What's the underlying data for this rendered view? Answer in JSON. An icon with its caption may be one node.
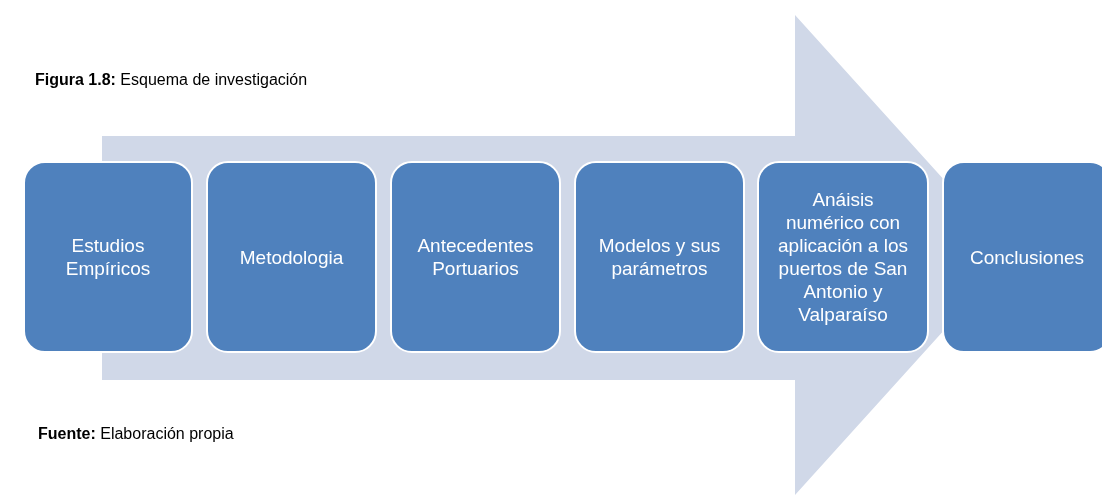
{
  "diagram": {
    "title": "**Figura 1.8:** Esquema de investigación",
    "caption": "**Fuente:** Elaboración propia",
    "nodes": [
      {
        "text": [
          "Estudios Empíricos"
        ]
      },
      {
        "text": [
          "Metodologia"
        ]
      },
      {
        "text": [
          "Antecedentes Portuarios"
        ]
      },
      {
        "text": [
          "Modelos y sus parámetros"
        ]
      },
      {
        "text": [
          "Anáisis numérico con aplicación a los puertos de San Antonio y Valparaíso"
        ]
      },
      {
        "text": [
          "Conclusiones"
        ]
      }
    ],
    "edges": [
      {
        "from": 0,
        "to": 5,
        "arrow": "to"
      }
    ]
  }
}
